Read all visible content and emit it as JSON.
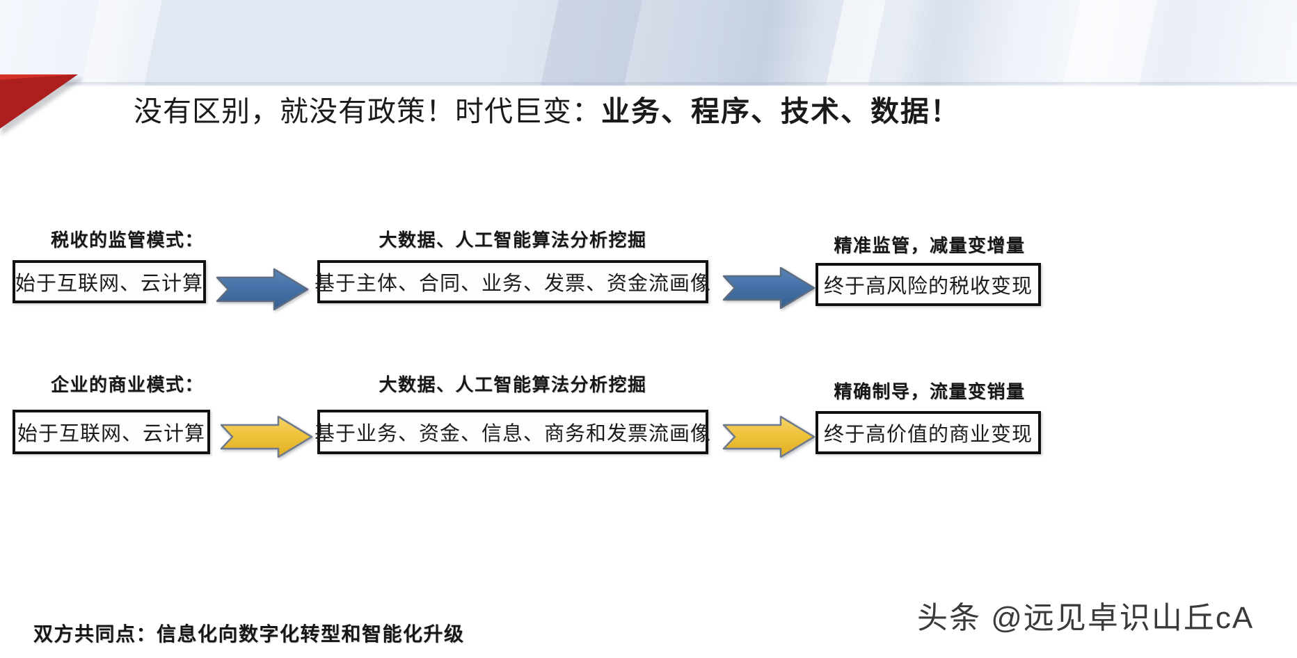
{
  "slide": {
    "title_plain": "没有区别，就没有政策！时代巨变：",
    "title_strong": "业务、程序、技术、数据！",
    "bottom_note": "双方共同点：信息化向数字化转型和智能化升级",
    "watermark": "头条 @远见卓识山丘cA"
  },
  "colors": {
    "arrow_blue": "#4472a8",
    "arrow_blue_dark": "#3a6093",
    "arrow_yellow": "#f0c33c",
    "arrow_yellow_dark": "#e0ae22",
    "arrow_outline": "#6f7b8c",
    "triangle_red": "#ad1f1f",
    "box_border": "#111111",
    "banner_top": "#e2e8f2"
  },
  "rows": [
    {
      "id": "tax-regulation",
      "left": {
        "caption": "税收的监管模式：",
        "box_text": "始于互联网、云计算"
      },
      "arrow1": {
        "color_name": "blue"
      },
      "middle": {
        "caption": "大数据、人工智能算法分析挖掘",
        "box_text": "基于主体、合同、业务、发票、资金流画像"
      },
      "arrow2": {
        "color_name": "blue"
      },
      "right": {
        "caption": "精准监管，减量变增量",
        "box_text": "终于高风险的税收变现"
      }
    },
    {
      "id": "enterprise-business",
      "left": {
        "caption": "企业的商业模式：",
        "box_text": "始于互联网、云计算"
      },
      "arrow1": {
        "color_name": "yellow"
      },
      "middle": {
        "caption": "大数据、人工智能算法分析挖掘",
        "box_text": "基于业务、资金、信息、商务和发票流画像"
      },
      "arrow2": {
        "color_name": "yellow"
      },
      "right": {
        "caption": "精确制导，流量变销量",
        "box_text": "终于高价值的商业变现"
      }
    }
  ]
}
